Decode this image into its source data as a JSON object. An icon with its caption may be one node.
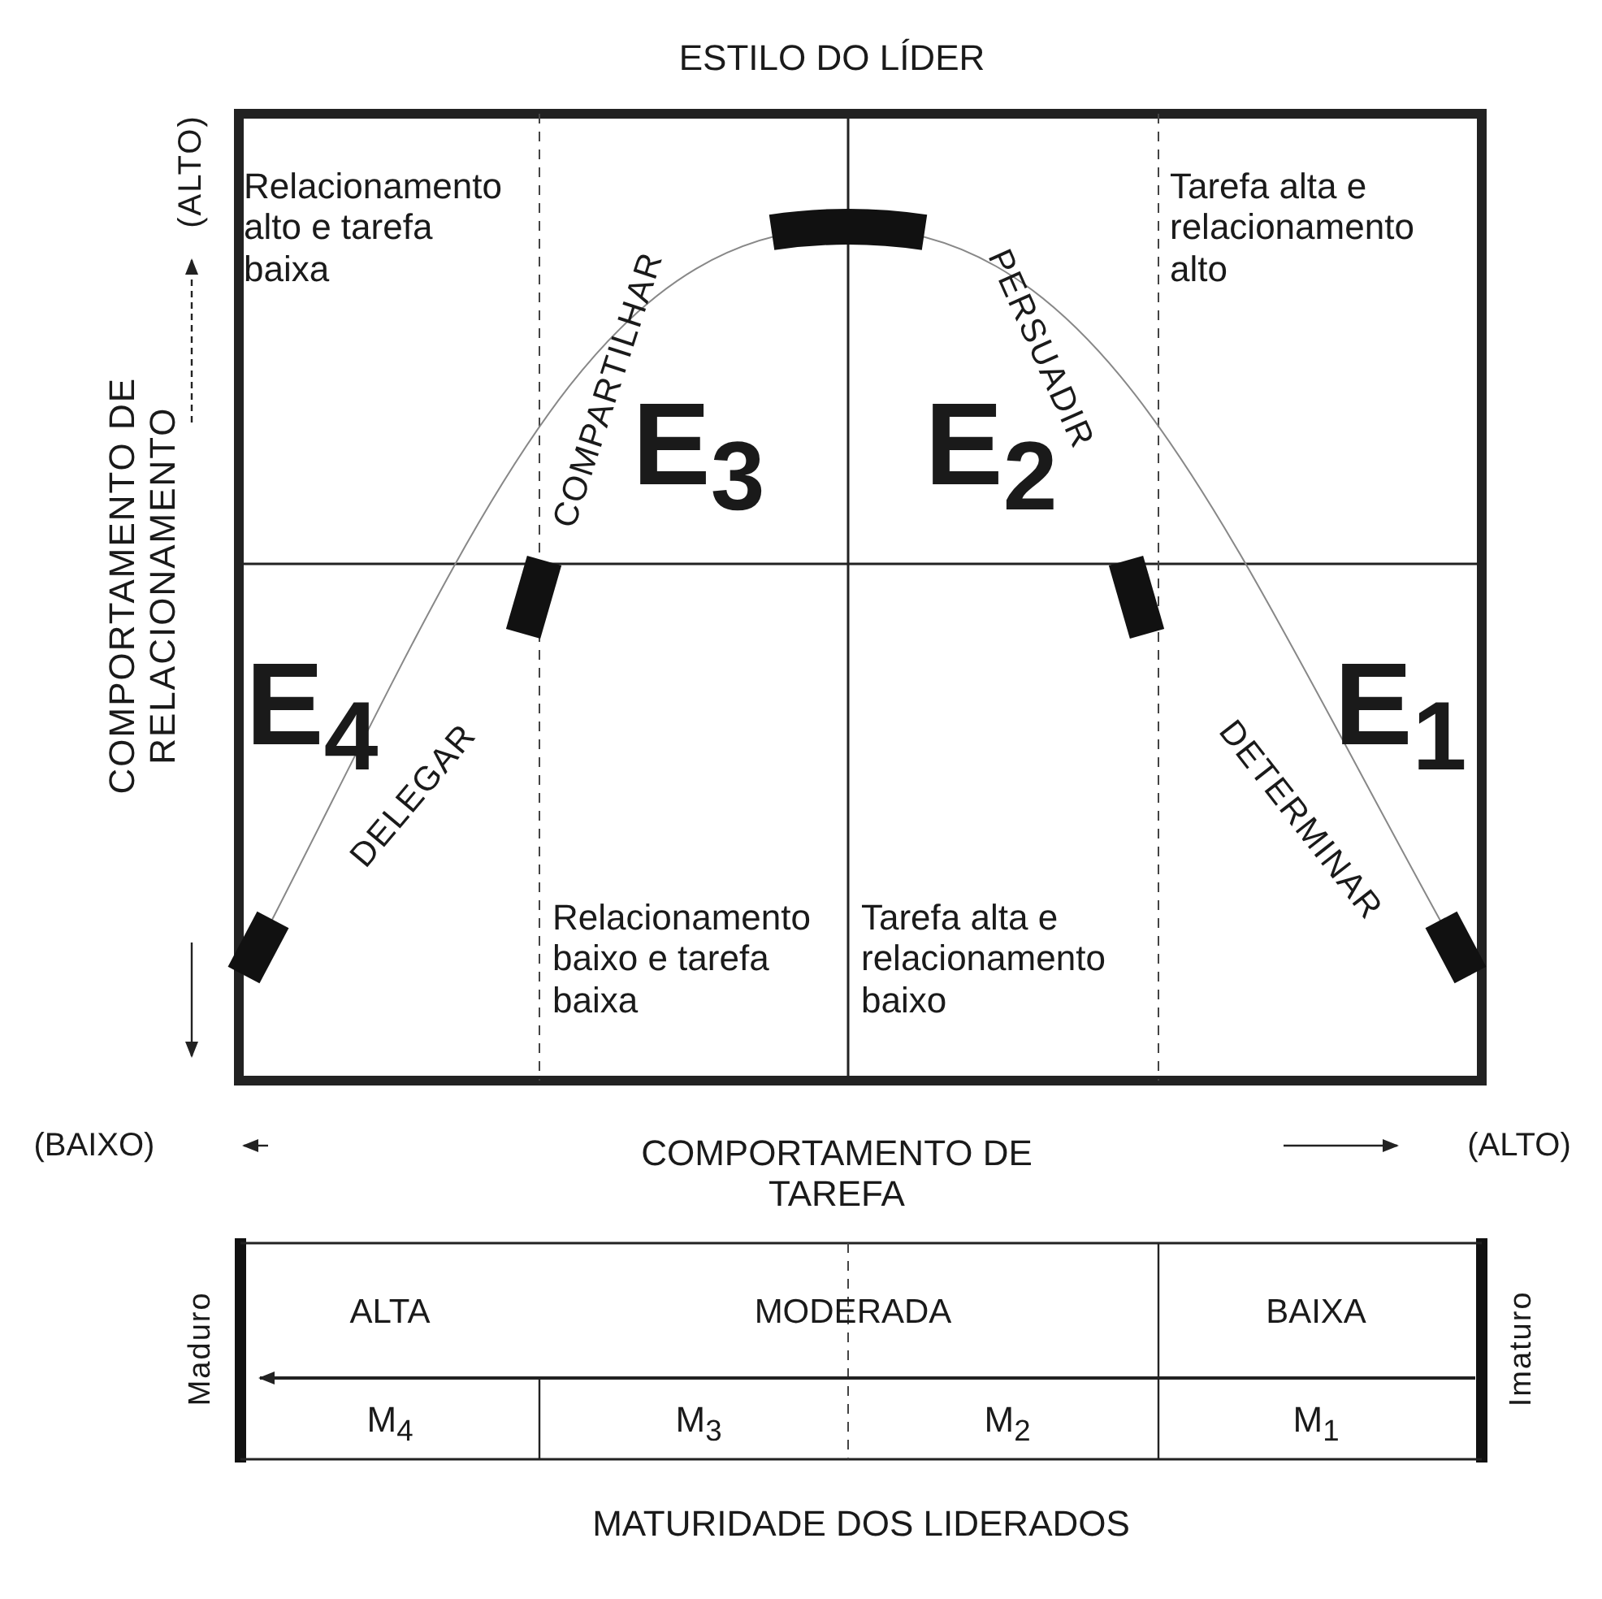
{
  "diagram": {
    "title": "ESTILO DO LÍDER",
    "labels": [
      "(ALTO)",
      "Relacionamento alto e tarefa baixa",
      "COMPARTILHAR",
      "PERSUADIR",
      "Tarefa alta e relacionamento alto",
      "COMPORTAMENTO DE RELACIONAMENTO",
      "E$_{3}$",
      "E$_{2}$",
      "E$_{4}$",
      "E$_{1}$",
      "DELEGAR",
      "DETERMINAR",
      "Relacionamento baixo e tarefa baixa",
      "Tarefa alta e relacionamento baixo",
      "(BAIXO)",
      "COMPORTAMENTO DE TAREFA",
      "(ALTO)",
      "Maduro",
      "ALTA",
      "MODERADA",
      "BAIXA",
      "Imaturo",
      "M$_{4}$",
      "M$_{3}$",
      "M$_{2}$",
      "M$_{1}$",
      "MATURIDADE DOS LIDERADOS"
    ]
  }
}
